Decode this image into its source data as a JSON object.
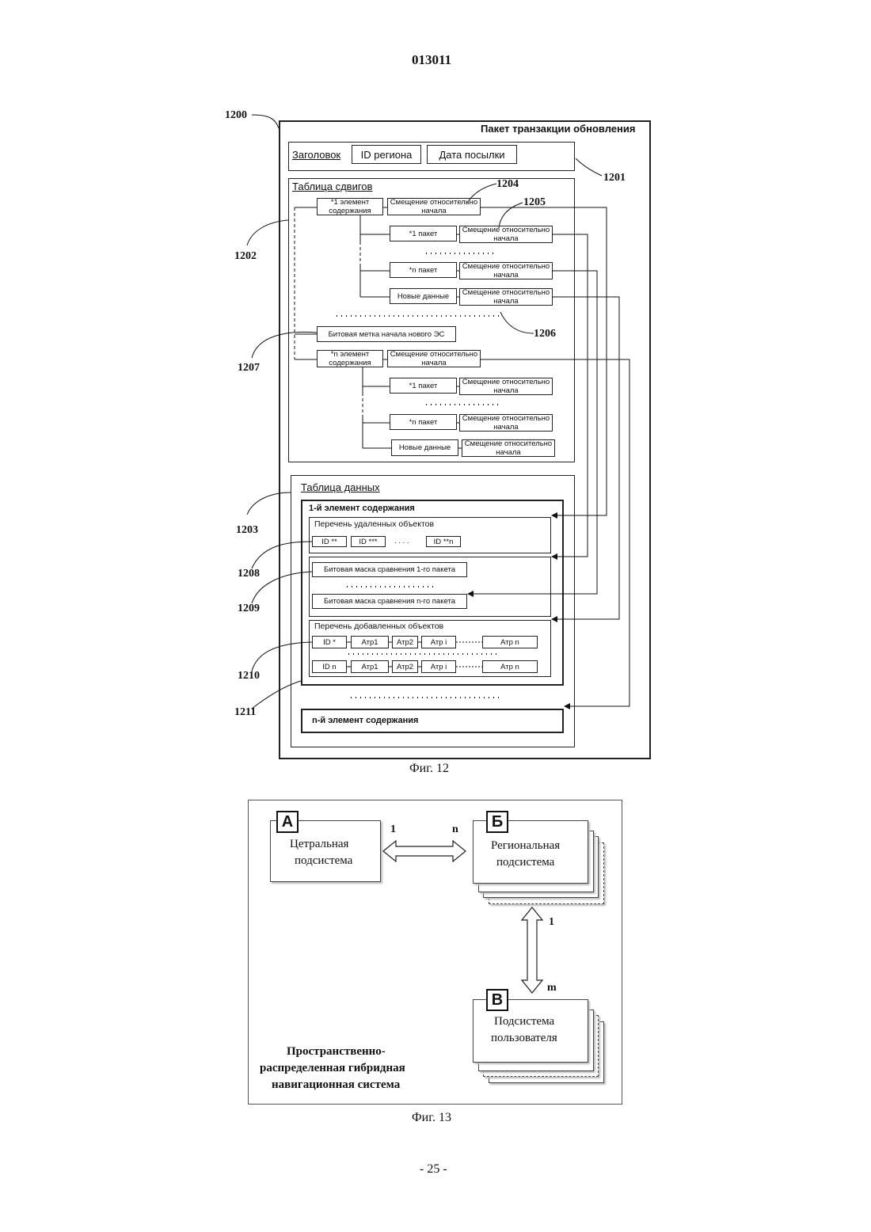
{
  "page": {
    "doc_number": "013011",
    "page_number": "- 25 -"
  },
  "fig12": {
    "caption": "Фиг. 12",
    "title": "Пакет транзакции обновления",
    "header": {
      "label": "Заголовок",
      "region_id": "ID региона",
      "send_date": "Дата посылки"
    },
    "offset_table": {
      "label": "Таблица сдвигов",
      "element_first": "*1 элемент содержания",
      "element_last": "*n элемент содержания",
      "offset": "Смещение относительно начала",
      "packet_first": "*1 пакет",
      "packet_last": "*n пакет",
      "new_data": "Новые данные",
      "bitmark": "Битовая метка начала нового ЭС"
    },
    "data_table": {
      "label": "Таблица данных",
      "element_first": "1-й элемент содержания",
      "deleted_list": "Перечень удаленных объектов",
      "id1": "ID **",
      "id2": "ID ***",
      "id_dots": ". . . .",
      "idn": "ID **n",
      "mask_first": "Битовая маска сравнения 1-го пакета",
      "mask_last": "Битовая маска сравнения n-го пакета",
      "added_list": "Перечень добавленных объектов",
      "row1_id": "ID *",
      "rown_id": "ID n",
      "attr1": "Атр1",
      "attr2": "Атр2",
      "attri": "Атр i",
      "attrn": "Атр n",
      "element_last": "n-й элемент содержания"
    },
    "refs": {
      "r1200": "1200",
      "r1201": "1201",
      "r1202": "1202",
      "r1203": "1203",
      "r1204": "1204",
      "r1205": "1205",
      "r1206": "1206",
      "r1207": "1207",
      "r1208": "1208",
      "r1209": "1209",
      "r1210": "1210",
      "r1211": "1211"
    }
  },
  "fig13": {
    "caption": "Фиг. 13",
    "box_a": {
      "letter": "A",
      "line1": "Цетральная",
      "line2": "подсистема"
    },
    "box_b": {
      "letter": "Б",
      "line1": "Региональная",
      "line2": "подсистема"
    },
    "box_c": {
      "letter": "В",
      "line1": "Подсистема",
      "line2": "пользователя"
    },
    "rel_ab_left": "1",
    "rel_ab_right": "n",
    "rel_bc_top": "1",
    "rel_bc_bottom": "m",
    "system_line1": "Пространственно-",
    "system_line2": "распределенная гибридная",
    "system_line3": "навигационная система"
  }
}
